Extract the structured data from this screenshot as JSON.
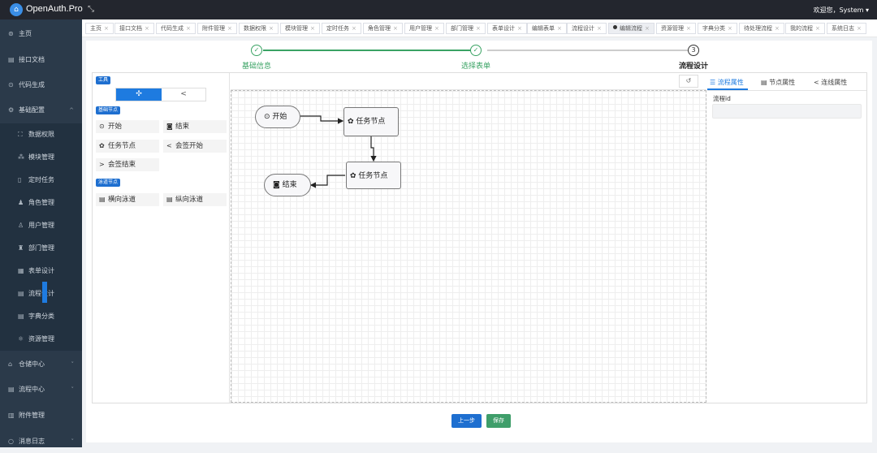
{
  "app": {
    "title": "OpenAuth.Pro",
    "logo_glyph": "⌂",
    "welcome": "欢迎您，System ▾"
  },
  "sidebar": {
    "items": [
      {
        "label": "主页",
        "icon": "⊚"
      },
      {
        "label": "接口文档",
        "icon": "▤"
      },
      {
        "label": "代码生成",
        "icon": "⊙"
      },
      {
        "label": "基础配置",
        "icon": "⚙"
      },
      {
        "label": "数据权限",
        "icon": "⛶"
      },
      {
        "label": "模块管理",
        "icon": "⁂"
      },
      {
        "label": "定时任务",
        "icon": "▯"
      },
      {
        "label": "角色管理",
        "icon": "♟"
      },
      {
        "label": "用户管理",
        "icon": "♙"
      },
      {
        "label": "部门管理",
        "icon": "♜"
      },
      {
        "label": "表单设计",
        "icon": "▦"
      },
      {
        "label": "流程设计",
        "icon": "▤"
      },
      {
        "label": "字典分类",
        "icon": "▤"
      },
      {
        "label": "资源管理",
        "icon": "⚛"
      },
      {
        "label": "仓储中心",
        "icon": "⌂"
      },
      {
        "label": "流程中心",
        "icon": "▤"
      },
      {
        "label": "附件管理",
        "icon": "▥"
      },
      {
        "label": "消息日志",
        "icon": "○"
      }
    ],
    "chevron_up": "^",
    "chevron_down": "˅"
  },
  "tabs": [
    {
      "label": "主页"
    },
    {
      "label": "接口文档"
    },
    {
      "label": "代码生成"
    },
    {
      "label": "附件管理"
    },
    {
      "label": "数据权限"
    },
    {
      "label": "模块管理"
    },
    {
      "label": "定时任务"
    },
    {
      "label": "角色管理"
    },
    {
      "label": "用户管理"
    },
    {
      "label": "部门管理"
    },
    {
      "label": "表单设计"
    },
    {
      "label": "编辑表单"
    },
    {
      "label": "流程设计"
    },
    {
      "label": "编辑流程"
    },
    {
      "label": "资源管理"
    },
    {
      "label": "字典分类"
    },
    {
      "label": "待处理流程"
    },
    {
      "label": "我的流程"
    },
    {
      "label": "系统日志"
    }
  ],
  "tab_close": "×",
  "steps": [
    {
      "label": "基础信息",
      "mark": "✓"
    },
    {
      "label": "选择表单",
      "mark": "✓"
    },
    {
      "label": "流程设计",
      "mark": "3"
    }
  ],
  "tools": {
    "badge_tools": "工具",
    "move_glyph": "✣",
    "connect_glyph": "<",
    "badge_basic": "基础节点",
    "start": "开始",
    "end": "结束",
    "task": "任务节点",
    "sign_start": "会签开始",
    "sign_end": "会签结束",
    "badge_lane": "泳道节点",
    "lane_h": "横向泳道",
    "lane_v": "纵向泳道",
    "glyph_start": "⊙",
    "glyph_end": "◙",
    "glyph_task": "✿",
    "glyph_sign_start": "<",
    "glyph_sign_end": ">",
    "glyph_lane": "▤"
  },
  "canvas": {
    "undo": "↺",
    "node_start": "开始",
    "node_task1": "任务节点",
    "node_task2": "任务节点",
    "node_end": "结束"
  },
  "props": {
    "tab_flow": "流程属性",
    "tab_node": "节点属性",
    "tab_line": "连线属性",
    "flow_icon": "☰",
    "node_icon": "▤",
    "line_icon": "<",
    "label_flow_id": "流程id",
    "flow_id_value": ""
  },
  "buttons": {
    "prev": "上一步",
    "save": "保存"
  },
  "colors": {
    "accent": "#1e7be0",
    "success": "#3aa364",
    "sidebar": "#2b3a4a",
    "topbar": "#23262e"
  }
}
